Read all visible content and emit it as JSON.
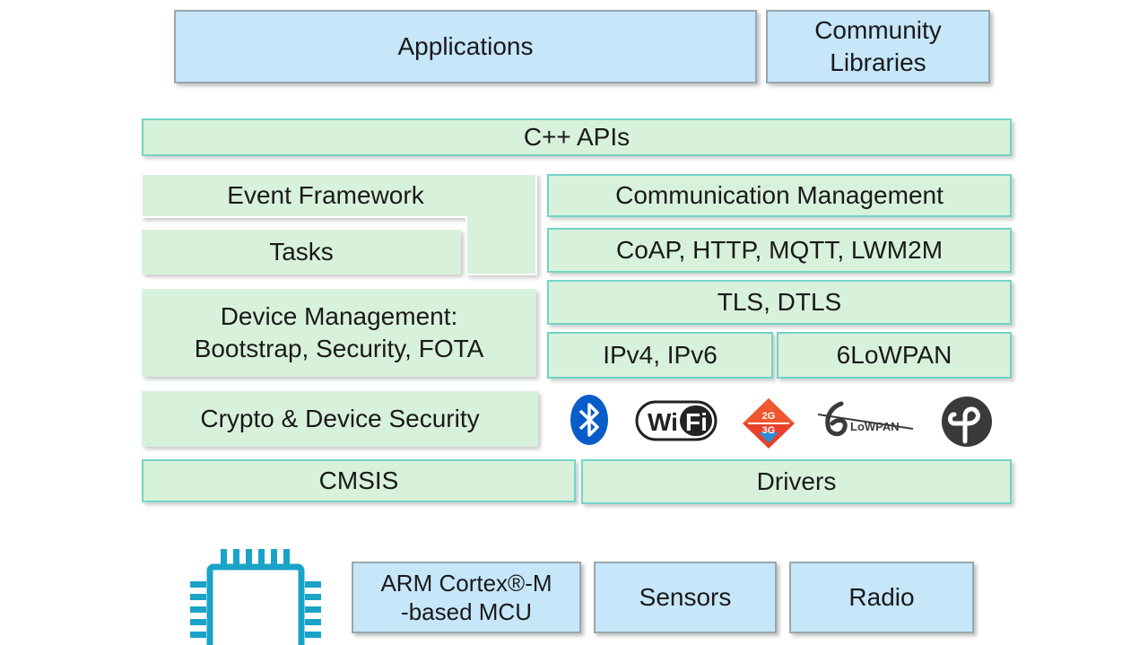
{
  "top": {
    "applications": "Applications",
    "community_libraries_line1": "Community",
    "community_libraries_line2": "Libraries"
  },
  "middle": {
    "cpp_apis": "C++ APIs",
    "event_framework": "Event Framework",
    "tasks": "Tasks",
    "device_management_line1": "Device Management:",
    "device_management_line2": "Bootstrap, Security, FOTA",
    "crypto": "Crypto & Device Security",
    "communication_management": "Communication Management",
    "protocols": "CoAP, HTTP, MQTT, LWM2M",
    "tls": "TLS, DTLS",
    "ip": "IPv4, IPv6",
    "sixlowpan": "6LoWPAN",
    "cmsis": "CMSIS",
    "drivers": "Drivers"
  },
  "connectivity_icons": {
    "wifi_text": "WiFi",
    "zigbee_text_top": "2G",
    "zigbee_text_bottom": "3G",
    "sixlowpan_logo_text": "LoWPAN"
  },
  "hardware": {
    "mcu_line1": "ARM Cortex®-M",
    "mcu_line2": "-based MCU",
    "sensors": "Sensors",
    "radio": "Radio"
  },
  "colors": {
    "blue_box": "#c6e6f9",
    "green_box": "#d8f1db",
    "teal_border": "#72d4c6",
    "chip_color": "#1aa3c7",
    "bluetooth": "#0a5cc9"
  }
}
